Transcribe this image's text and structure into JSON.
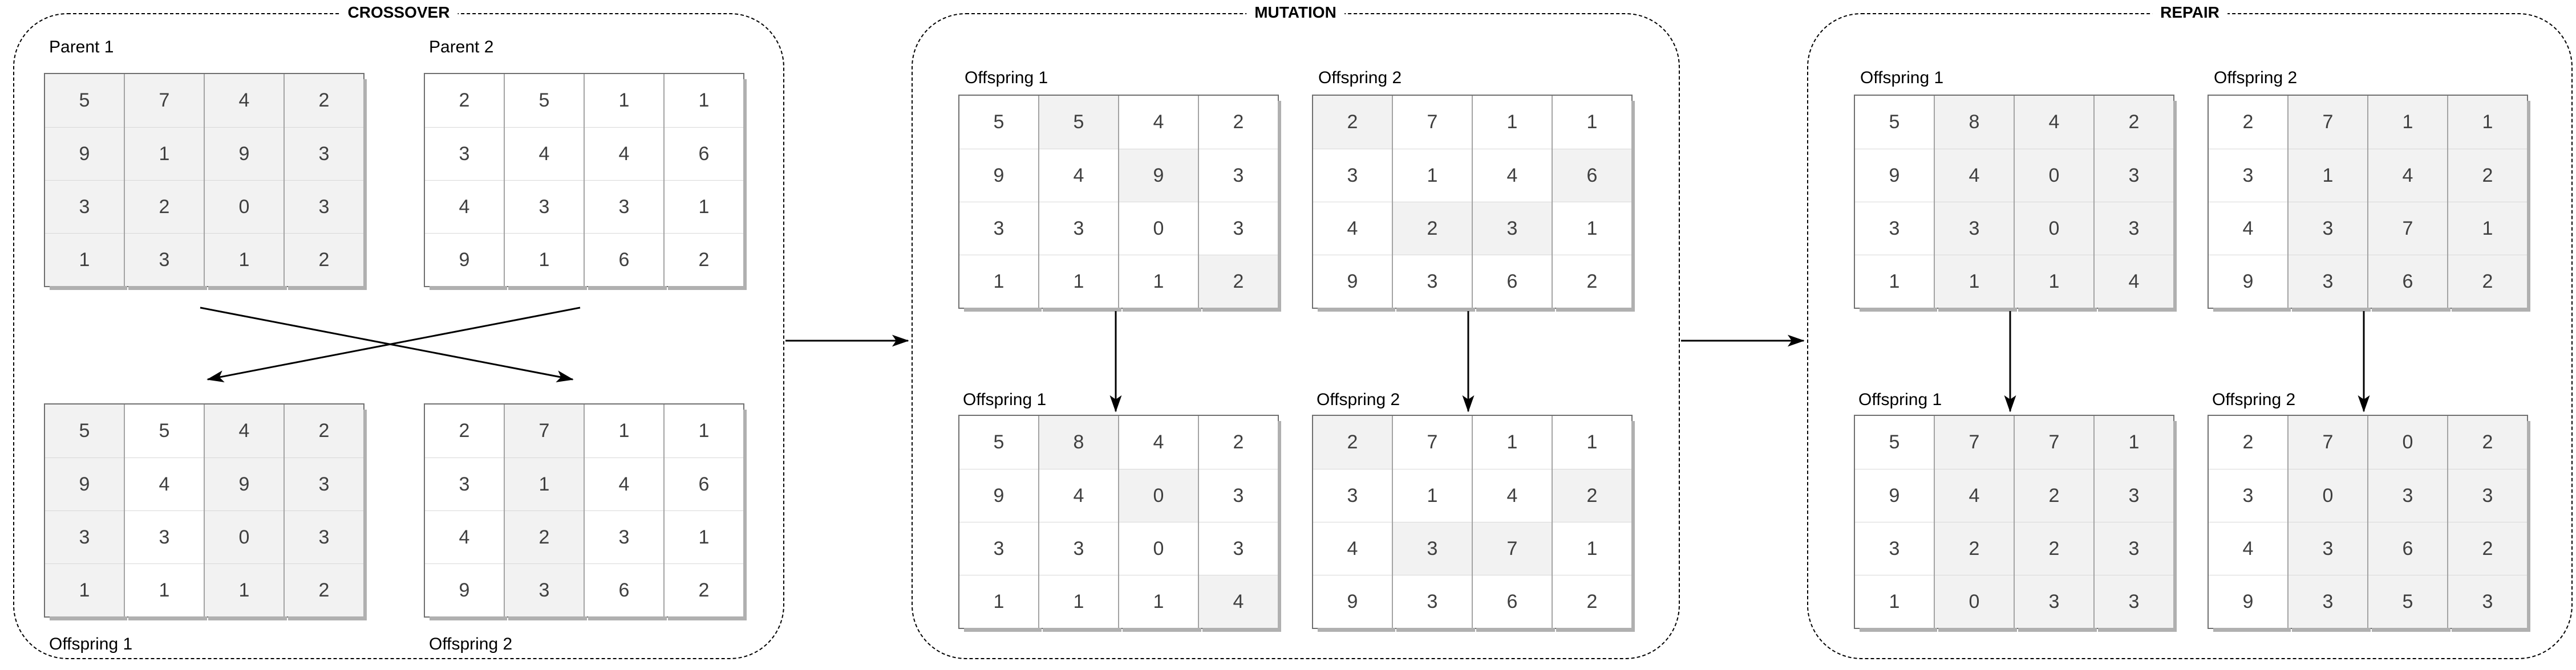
{
  "colors": {
    "highlight_fill": "#f2f2f2",
    "cell_fill": "#ffffff",
    "arrow": "#000000",
    "box_border": "#000000"
  },
  "sections": [
    {
      "id": "crossover",
      "title": "CROSSOVER",
      "matrices": [
        {
          "key": "parent-1",
          "label": "Parent 1",
          "label_pos": "above",
          "grid": [
            [
              5,
              7,
              4,
              2
            ],
            [
              9,
              1,
              9,
              3
            ],
            [
              3,
              2,
              0,
              3
            ],
            [
              1,
              3,
              1,
              2
            ]
          ],
          "highlight": [
            [
              1,
              1,
              1,
              1
            ],
            [
              1,
              1,
              1,
              1
            ],
            [
              1,
              1,
              1,
              1
            ],
            [
              1,
              1,
              1,
              1
            ]
          ]
        },
        {
          "key": "parent-2",
          "label": "Parent 2",
          "label_pos": "above",
          "grid": [
            [
              2,
              5,
              1,
              1
            ],
            [
              3,
              4,
              4,
              6
            ],
            [
              4,
              3,
              3,
              1
            ],
            [
              9,
              1,
              6,
              2
            ]
          ],
          "highlight": [
            [
              0,
              0,
              0,
              0
            ],
            [
              0,
              0,
              0,
              0
            ],
            [
              0,
              0,
              0,
              0
            ],
            [
              0,
              0,
              0,
              0
            ]
          ]
        },
        {
          "key": "offspring-1",
          "label": "Offspring 1",
          "label_pos": "below",
          "grid": [
            [
              5,
              5,
              4,
              2
            ],
            [
              9,
              4,
              9,
              3
            ],
            [
              3,
              3,
              0,
              3
            ],
            [
              1,
              1,
              1,
              2
            ]
          ],
          "highlight": [
            [
              1,
              0,
              1,
              1
            ],
            [
              1,
              0,
              1,
              1
            ],
            [
              1,
              0,
              1,
              1
            ],
            [
              1,
              0,
              1,
              1
            ]
          ]
        },
        {
          "key": "offspring-2",
          "label": "Offspring 2",
          "label_pos": "below",
          "grid": [
            [
              2,
              7,
              1,
              1
            ],
            [
              3,
              1,
              4,
              6
            ],
            [
              4,
              2,
              3,
              1
            ],
            [
              9,
              3,
              6,
              2
            ]
          ],
          "highlight": [
            [
              0,
              1,
              0,
              0
            ],
            [
              0,
              1,
              0,
              0
            ],
            [
              0,
              1,
              0,
              0
            ],
            [
              0,
              1,
              0,
              0
            ]
          ]
        }
      ]
    },
    {
      "id": "mutation",
      "title": "MUTATION",
      "matrices": [
        {
          "key": "offspring-1-before",
          "label": "Offspring 1",
          "label_pos": "above",
          "grid": [
            [
              5,
              5,
              4,
              2
            ],
            [
              9,
              4,
              9,
              3
            ],
            [
              3,
              3,
              0,
              3
            ],
            [
              1,
              1,
              1,
              2
            ]
          ],
          "highlight": [
            [
              0,
              1,
              0,
              0
            ],
            [
              0,
              0,
              1,
              0
            ],
            [
              0,
              0,
              0,
              0
            ],
            [
              0,
              0,
              0,
              1
            ]
          ]
        },
        {
          "key": "offspring-2-before",
          "label": "Offspring 2",
          "label_pos": "above",
          "grid": [
            [
              2,
              7,
              1,
              1
            ],
            [
              3,
              1,
              4,
              6
            ],
            [
              4,
              2,
              3,
              1
            ],
            [
              9,
              3,
              6,
              2
            ]
          ],
          "highlight": [
            [
              1,
              0,
              0,
              0
            ],
            [
              0,
              0,
              0,
              1
            ],
            [
              0,
              1,
              1,
              0
            ],
            [
              0,
              0,
              0,
              0
            ]
          ]
        },
        {
          "key": "offspring-1-after",
          "label": "Offspring 1",
          "label_pos": "above",
          "grid": [
            [
              5,
              8,
              4,
              2
            ],
            [
              9,
              4,
              0,
              3
            ],
            [
              3,
              3,
              0,
              3
            ],
            [
              1,
              1,
              1,
              4
            ]
          ],
          "highlight": [
            [
              0,
              1,
              0,
              0
            ],
            [
              0,
              0,
              1,
              0
            ],
            [
              0,
              0,
              0,
              0
            ],
            [
              0,
              0,
              0,
              1
            ]
          ]
        },
        {
          "key": "offspring-2-after",
          "label": "Offspring 2",
          "label_pos": "above",
          "grid": [
            [
              2,
              7,
              1,
              1
            ],
            [
              3,
              1,
              4,
              2
            ],
            [
              4,
              3,
              7,
              1
            ],
            [
              9,
              3,
              6,
              2
            ]
          ],
          "highlight": [
            [
              1,
              0,
              0,
              0
            ],
            [
              0,
              0,
              0,
              1
            ],
            [
              0,
              1,
              1,
              0
            ],
            [
              0,
              0,
              0,
              0
            ]
          ]
        }
      ]
    },
    {
      "id": "repair",
      "title": "REPAIR",
      "matrices": [
        {
          "key": "offspring-1-before",
          "label": "Offspring 1",
          "label_pos": "above",
          "grid": [
            [
              5,
              8,
              4,
              2
            ],
            [
              9,
              4,
              0,
              3
            ],
            [
              3,
              3,
              0,
              3
            ],
            [
              1,
              1,
              1,
              4
            ]
          ],
          "highlight": [
            [
              0,
              1,
              1,
              1
            ],
            [
              0,
              1,
              1,
              1
            ],
            [
              0,
              1,
              1,
              1
            ],
            [
              0,
              1,
              1,
              1
            ]
          ]
        },
        {
          "key": "offspring-2-before",
          "label": "Offspring 2",
          "label_pos": "above",
          "grid": [
            [
              2,
              7,
              1,
              1
            ],
            [
              3,
              1,
              4,
              2
            ],
            [
              4,
              3,
              7,
              1
            ],
            [
              9,
              3,
              6,
              2
            ]
          ],
          "highlight": [
            [
              0,
              1,
              1,
              1
            ],
            [
              0,
              1,
              1,
              1
            ],
            [
              0,
              1,
              1,
              1
            ],
            [
              0,
              1,
              1,
              1
            ]
          ]
        },
        {
          "key": "offspring-1-after",
          "label": "Offspring 1",
          "label_pos": "above",
          "grid": [
            [
              5,
              7,
              7,
              1
            ],
            [
              9,
              4,
              2,
              3
            ],
            [
              3,
              2,
              2,
              3
            ],
            [
              1,
              0,
              3,
              3
            ]
          ],
          "highlight": [
            [
              0,
              1,
              1,
              1
            ],
            [
              0,
              1,
              1,
              1
            ],
            [
              0,
              1,
              1,
              1
            ],
            [
              0,
              1,
              1,
              1
            ]
          ]
        },
        {
          "key": "offspring-2-after",
          "label": "Offspring 2",
          "label_pos": "above",
          "grid": [
            [
              2,
              7,
              0,
              2
            ],
            [
              3,
              0,
              3,
              3
            ],
            [
              4,
              3,
              6,
              2
            ],
            [
              9,
              3,
              5,
              3
            ]
          ],
          "highlight": [
            [
              0,
              1,
              1,
              1
            ],
            [
              0,
              1,
              1,
              1
            ],
            [
              0,
              1,
              1,
              1
            ],
            [
              0,
              1,
              1,
              1
            ]
          ]
        }
      ]
    }
  ]
}
